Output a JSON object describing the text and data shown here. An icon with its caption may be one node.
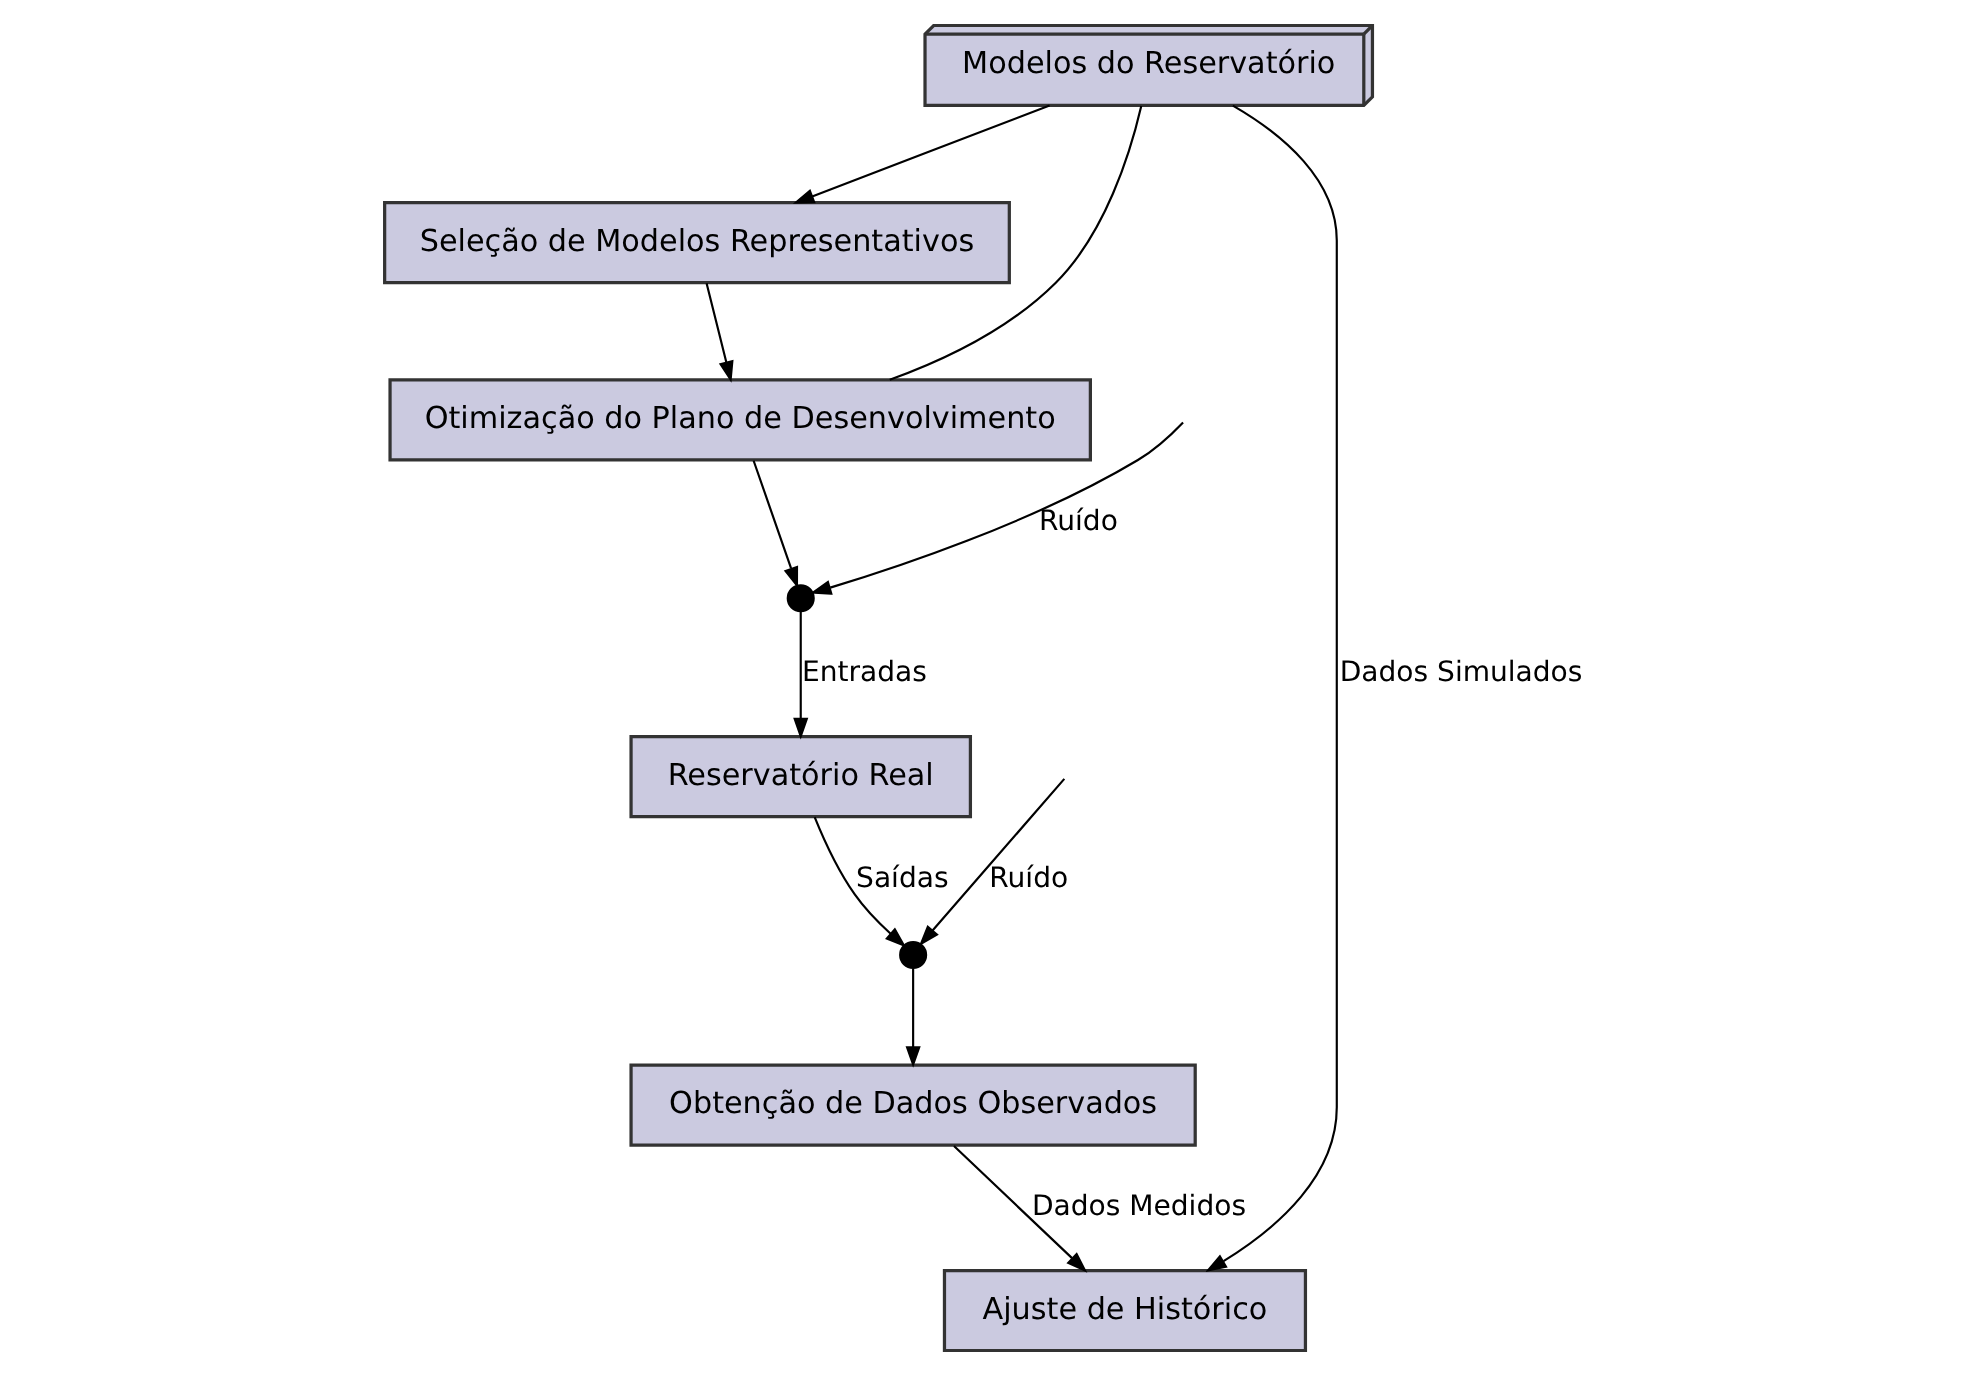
{
  "diagram": {
    "nodes": [
      {
        "text": [
          "Reservatório Real"
        ]
      },
      {
        "text": [
          "Obtenção de Dados Observados"
        ]
      },
      {
        "text": [
          "Otimização do Plano de Desenvolvimento"
        ]
      },
      {
        "text": [
          "Seleção de Modelos Representativos"
        ]
      },
      {
        "text": [
          "Modelos do Reservatório"
        ]
      },
      {
        "text": [
          "Ajuste de Histórico"
        ]
      },
      {
        "text": [],
        "shape": "circle"
      },
      {
        "text": [],
        "shape": "circle"
      }
    ],
    "edges": [
      {
        "from": null,
        "to": 6,
        "arrow": "to",
        "label": "Ruído"
      },
      {
        "from": 6,
        "to": 0,
        "arrow": "to",
        "label": "Entradas"
      },
      {
        "from": 0,
        "to": 7,
        "arrow": "to",
        "label": "Saídas"
      },
      {
        "from": null,
        "to": 7,
        "arrow": "to",
        "label": "Ruído"
      },
      {
        "from": 7,
        "to": 1,
        "arrow": "to"
      },
      {
        "from": 2,
        "to": 6,
        "arrow": "to"
      },
      {
        "from": 2,
        "to": 4,
        "arrow": "none"
      },
      {
        "from": 3,
        "to": 2,
        "arrow": "to"
      },
      {
        "from": 4,
        "to": 3,
        "arrow": "to"
      },
      {
        "from": 4,
        "to": 5,
        "arrow": "to",
        "label": "Dados Simulados"
      },
      {
        "from": 1,
        "to": 5,
        "arrow": "to",
        "label": "Dados Medidos"
      }
    ]
  }
}
